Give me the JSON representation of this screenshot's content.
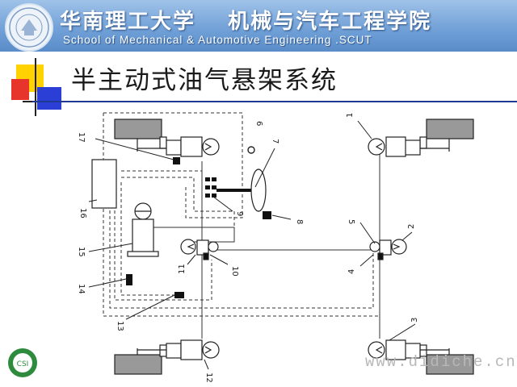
{
  "header": {
    "university_cn": "华南理工大学",
    "school_cn": "机械与汽车工程学院",
    "school_en": "School of Mechanical & Automotive Engineering .SCUT"
  },
  "slide": {
    "title": "半主动式油气悬架系统"
  },
  "diagram": {
    "labels": [
      "1",
      "2",
      "3",
      "4",
      "5",
      "6",
      "7",
      "8",
      "9",
      "10",
      "11",
      "12",
      "13",
      "14",
      "15",
      "16",
      "17"
    ]
  },
  "watermark": "www.didiche.cn",
  "footer_logo_text": "CSI",
  "colors": {
    "banner": "#6f9fd6",
    "rule": "#1f3a93",
    "deco_yellow": "#ffd200",
    "deco_red": "#e8352c",
    "deco_blue": "#2b3fd6"
  }
}
